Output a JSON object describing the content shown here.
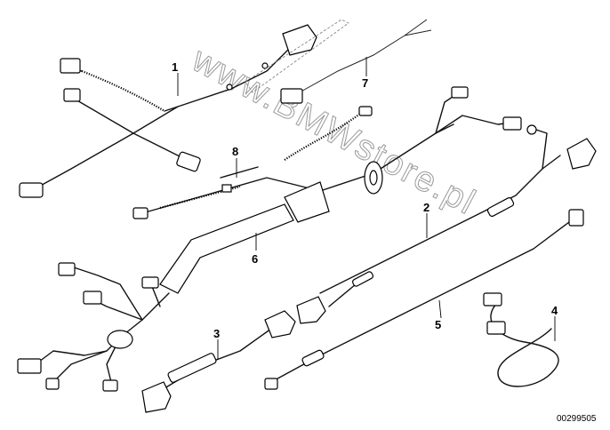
{
  "diagram": {
    "callouts": [
      "1",
      "2",
      "3",
      "4",
      "5",
      "6",
      "7",
      "8"
    ],
    "watermark": "www.BMWstore.pl",
    "part_code": "00299505"
  }
}
